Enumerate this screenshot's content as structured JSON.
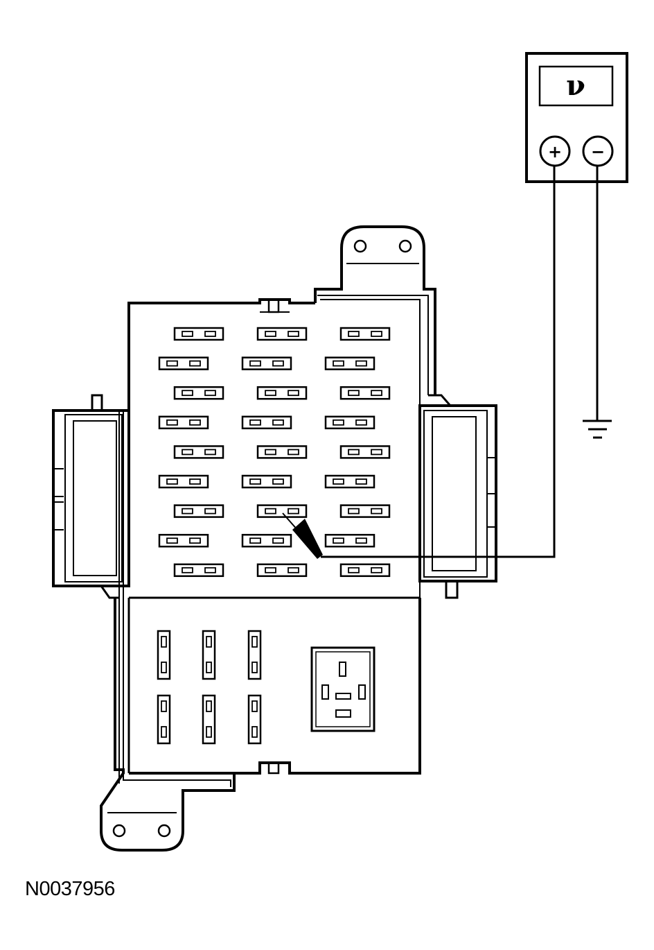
{
  "figure_id": "N0037956",
  "meter": {
    "display_symbol": "ν",
    "positive_terminal": "+",
    "negative_terminal": "−"
  },
  "fuse_panel": {
    "mini_fuse_rows": 9,
    "mini_fuses_per_row": 3,
    "maxi_fuses": 6,
    "relay_sockets": 1
  },
  "colors": {
    "line": "#000000",
    "background": "#ffffff"
  }
}
